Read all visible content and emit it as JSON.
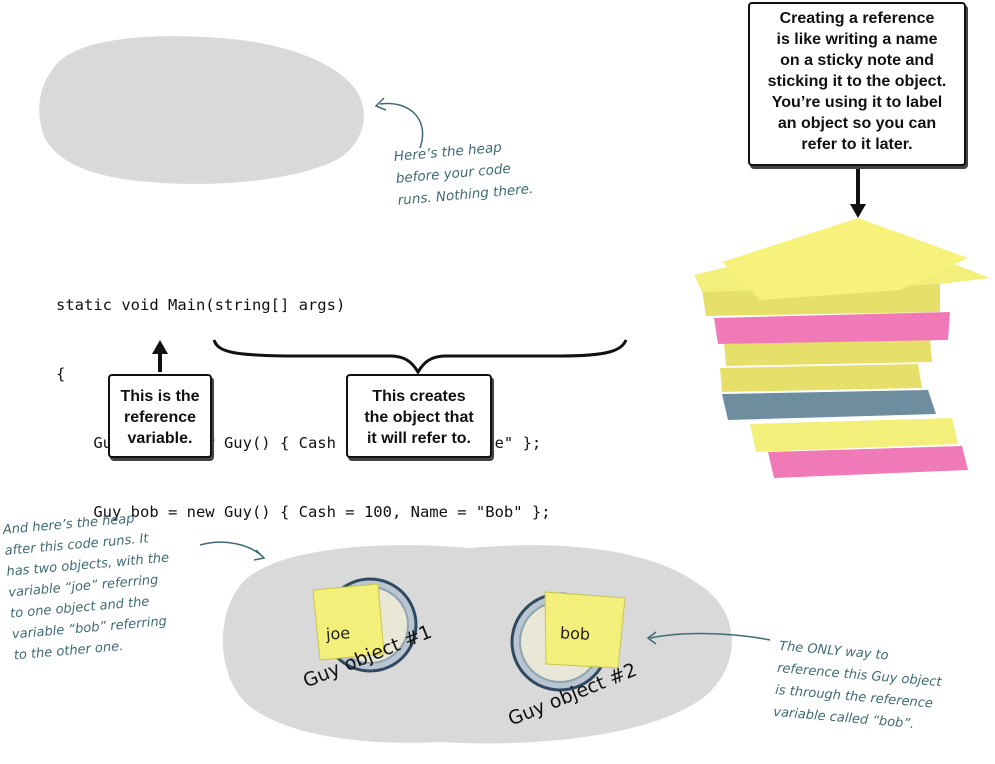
{
  "heap_before": {
    "note_lines": [
      "Here’s the heap",
      "before your code",
      "runs. Nothing there."
    ]
  },
  "sticky_callout": {
    "lines": [
      "Creating a reference",
      "is like writing a name",
      "on a sticky note and",
      "sticking it to the object.",
      "You’re using it to label",
      "an object so you can",
      "refer to it later."
    ]
  },
  "code": {
    "lines": [
      "static void Main(string[] args)",
      "{",
      "    Guy joe = new Guy() { Cash = 50, Name = \"Joe\" };",
      "    Guy bob = new Guy() { Cash = 100, Name = \"Bob\" };"
    ]
  },
  "reference_box": {
    "lines": [
      "This is the",
      "reference",
      "variable."
    ]
  },
  "creates_box": {
    "lines": [
      "This creates",
      "the object that",
      "it will refer to."
    ]
  },
  "heap_after": {
    "note_lines": [
      "And here’s the heap",
      "after this code runs. It",
      "has two objects, with the",
      "variable “joe” referring",
      "to one object and the",
      "variable “bob” referring",
      "to the other one."
    ]
  },
  "objects": [
    {
      "sticky": "joe",
      "label": "Guy object #1"
    },
    {
      "sticky": "bob",
      "label": "Guy object #2"
    }
  ],
  "only_way_note": {
    "lines": [
      "The ONLY way to",
      "reference this Guy object",
      "is through the reference",
      "variable called “bob”."
    ]
  },
  "colors": {
    "heap_gray": "#d9d9d9",
    "note_teal": "#3f6b74",
    "sticky_yellow": "#f2f07a",
    "sticky_pink": "#f07ab8",
    "sticky_blue": "#6e8ea0"
  }
}
